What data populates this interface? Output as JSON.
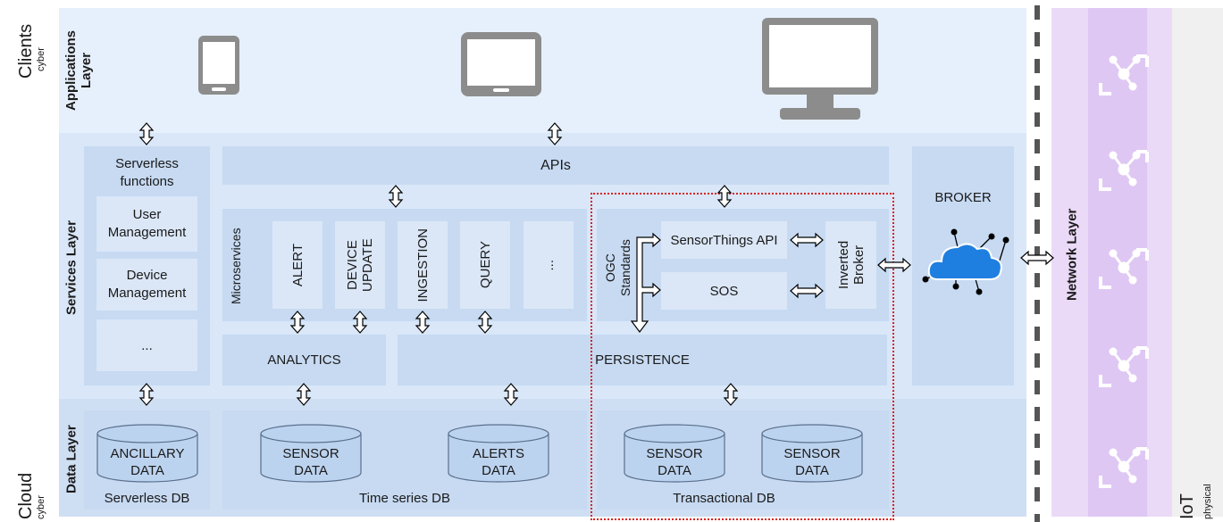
{
  "edge_labels": {
    "clients": "Clients",
    "clients_sub": "cyber",
    "cloud": "Cloud",
    "cloud_sub": "cyber",
    "iot": "IoT",
    "iot_sub": "physical"
  },
  "layers": {
    "applications": "Applications Layer",
    "services": "Services Layer",
    "data": "Data Layer",
    "network": "Network Layer"
  },
  "services": {
    "serverless_functions": "Serverless functions",
    "user_management": "User Management",
    "device_management": "Device Management",
    "serverless_more": "...",
    "apis": "APIs",
    "microservices": "Microservices",
    "alert": "ALERT",
    "device_update": "DEVICE UPDATE",
    "ingestion": "INGESTION",
    "query": "QUERY",
    "micro_more": "...",
    "ogc_standards": "OGC Standards",
    "sensorthings_api": "SensorThings API",
    "sos": "SOS",
    "inverted_broker": "Inverted Broker",
    "analytics": "ANALYTICS",
    "persistence": "PERSISTENCE",
    "broker": "BROKER"
  },
  "data_layer": {
    "ancillary_data": "ANCILLARY DATA",
    "serverless_db": "Serverless DB",
    "sensor_data_1": "SENSOR DATA",
    "alerts_data": "ALERTS DATA",
    "time_series_db": "Time series DB",
    "sensor_data_2": "SENSOR DATA",
    "sensor_data_3": "SENSOR DATA",
    "transactional_db": "Transactional DB"
  },
  "icons": [
    "smartphone-icon",
    "tablet-icon",
    "monitor-icon",
    "cloud-network-icon",
    "iot-hub-icon"
  ],
  "colors": {
    "applications_bg": "#e6f0fc",
    "services_bg": "#d9e7f8",
    "data_bg": "#cfdff3",
    "box": "#c7daf2",
    "iot_band": "#ead9f7",
    "iot_column": "#dfc7f4",
    "device_gray": "#8c8c8c",
    "highlight_border": "#d92020",
    "db_fill": "#bcd3ef"
  }
}
